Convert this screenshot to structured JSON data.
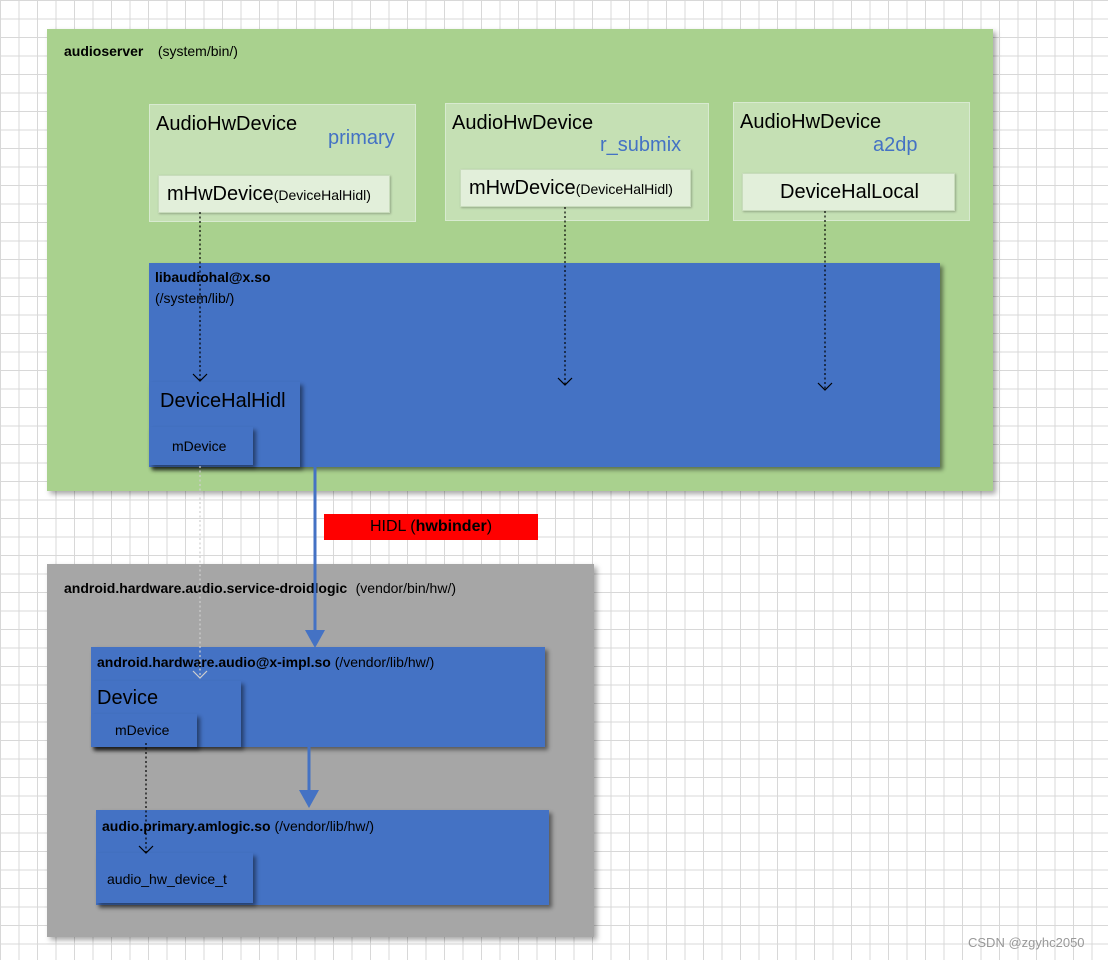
{
  "audioserver": {
    "name": "audioserver",
    "path": "(system/bin/)",
    "devices": [
      {
        "title": "AudioHwDevice",
        "subtitle": "primary",
        "inner_main": "mHwDevice",
        "inner_sub": "(DeviceHalHidl)"
      },
      {
        "title": "AudioHwDevice",
        "subtitle": "r_submix",
        "inner_main": "mHwDevice",
        "inner_sub": "(DeviceHalHidl)"
      },
      {
        "title": "AudioHwDevice",
        "subtitle": "a2dp",
        "inner_main": "DeviceHalLocal",
        "inner_sub": ""
      }
    ],
    "libaudiohal": {
      "name": "libaudiohal@x.so",
      "path": "(/system/lib/)",
      "device_hal_hidl": "DeviceHalHidl",
      "m_device": "mDevice"
    }
  },
  "hidl_link": {
    "prefix": "HIDL (",
    "bold": "hwbinder",
    "suffix": ")"
  },
  "vendor_service": {
    "name": "android.hardware.audio.service-droidlogic",
    "path": "(vendor/bin/hw/)",
    "impl": {
      "name": "android.hardware.audio@x-impl.so",
      "path": "(/vendor/lib/hw/)",
      "device": "Device",
      "m_device": "mDevice"
    },
    "amlogic": {
      "name": "audio.primary.amlogic.so",
      "path": "(/vendor/lib/hw/)",
      "hw_device": "audio_hw_device_t"
    }
  },
  "colors": {
    "green": "#a9d18e",
    "pale_green": "#c5e0b4",
    "blue": "#4472c4",
    "gray": "#a6a6a6",
    "red": "#ff0000"
  },
  "watermark": "CSDN @zgyhc2050"
}
